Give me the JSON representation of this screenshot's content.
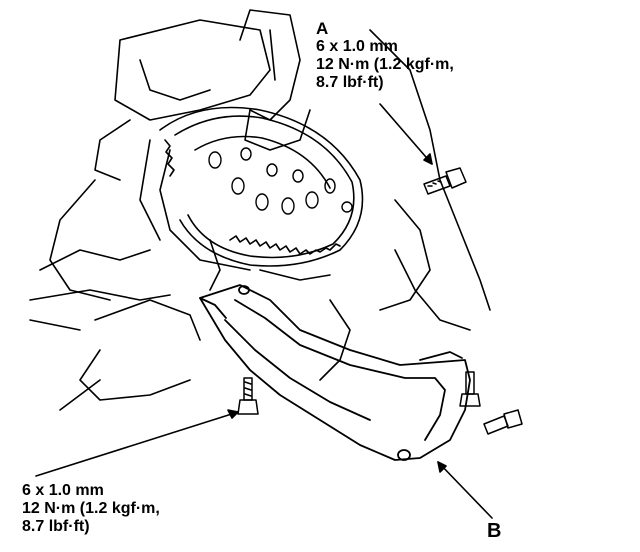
{
  "callout_a": {
    "letter": "A",
    "size": "6 x 1.0 mm",
    "torque_line1": "12 N·m (1.2 kgf·m,",
    "torque_line2": "8.7 lbf·ft)"
  },
  "callout_lower_left": {
    "size": "6 x 1.0 mm",
    "torque_line1": "12 N·m (1.2 kgf·m,",
    "torque_line2": "8.7 lbf·ft)"
  },
  "callout_b": {
    "letter": "B"
  },
  "colors": {
    "ink": "#000000",
    "background": "#ffffff"
  }
}
